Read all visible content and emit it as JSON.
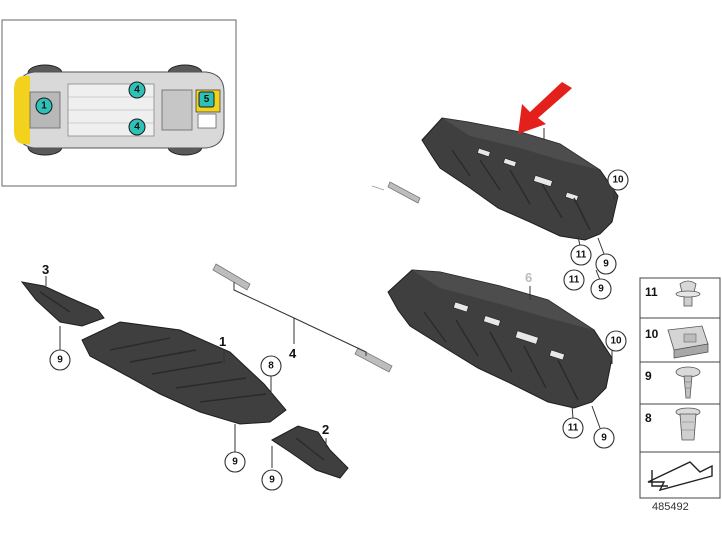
{
  "overview": {
    "markers": [
      "1",
      "4",
      "4",
      "5"
    ],
    "highlight_color": "#f2d21d",
    "marker_color": "#2fc1b7"
  },
  "callouts": {
    "p1": "1",
    "p2": "2",
    "p3": "3",
    "p4": "4",
    "p6": "6",
    "c8": "8",
    "c9": "9",
    "c10": "10",
    "c11": "11"
  },
  "legend": {
    "items": [
      "11",
      "10",
      "9",
      "8"
    ]
  },
  "reference_number": "485492",
  "pointer_arrow_color": "#e3201b"
}
